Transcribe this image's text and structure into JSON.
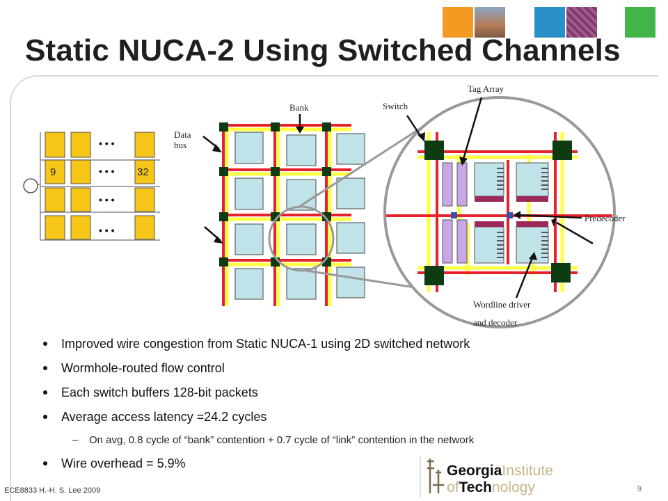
{
  "title": "Static NUCA-2 Using Switched Channels",
  "diagram": {
    "labels": {
      "bank": "Bank",
      "data_bus_1": "Data",
      "data_bus_2": "bus",
      "switch": "Switch",
      "tag_array": "Tag Array",
      "predecoder": "Predecoder",
      "wordline_1": "Wordline driver",
      "wordline_2": "and decoder",
      "bank_first": "9",
      "bank_last": "32",
      "ellipsis": "• • •"
    }
  },
  "bullets": [
    "Improved wire congestion from Static NUCA-1 using 2D switched network",
    "Wormhole-routed flow control",
    "Each switch buffers 128-bit packets",
    "Average access latency =24.2 cycles"
  ],
  "sub_bullet": "On avg, 0.8 cycle of “bank” contention + 0.7 cycle of “link” contention in the network",
  "sub_dash": "–",
  "last_bullet": "Wire overhead = 5.9%",
  "footer": "ECE8833 H.-H. S. Lee 2009",
  "page_number": "9",
  "logo": {
    "line1a": "Georgia",
    "line1b": "Institute",
    "line2a": "of",
    "line2b": "Tech",
    "line2c": "nology"
  },
  "colors": {
    "bank_fill": "#bfe3e8",
    "bank_yellow": "#f5c518",
    "wire_yellow": "#ffff44",
    "wire_red": "#e8202a",
    "switch": "#0d3b12",
    "tag_array": "#c9a6e6",
    "predecoder_bar": "#9b2a5a"
  }
}
